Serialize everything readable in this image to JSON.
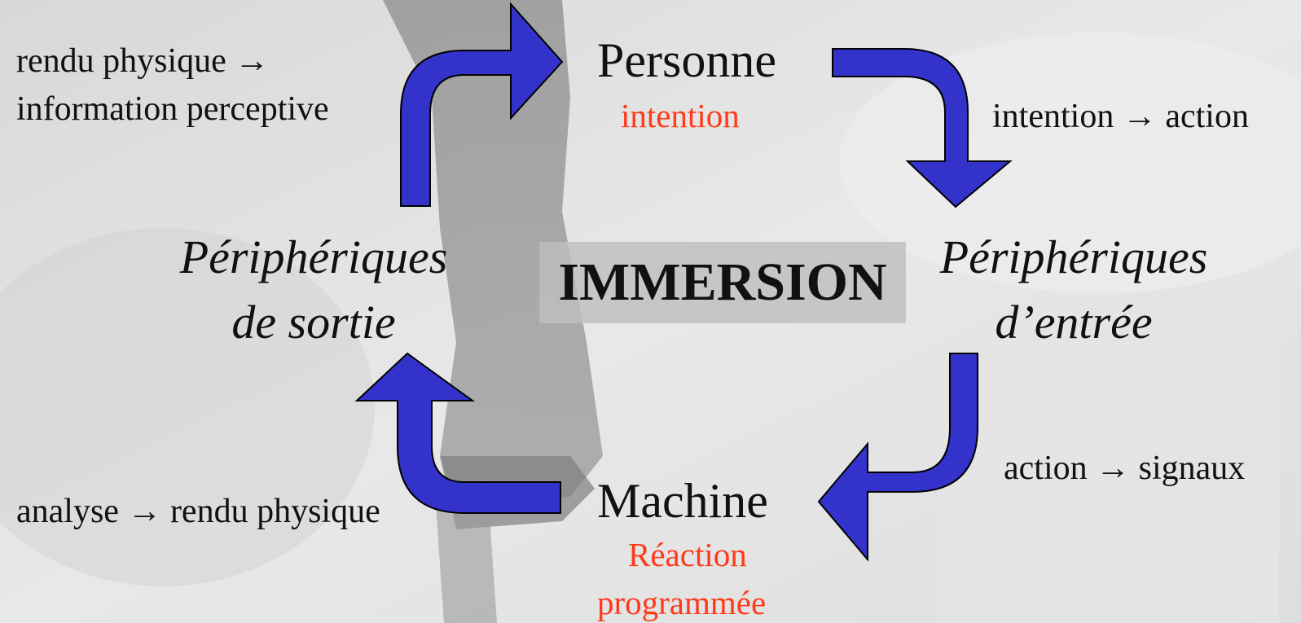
{
  "center": {
    "label": "IMMERSION"
  },
  "nodes": {
    "person": {
      "label": "Personne",
      "sub": "intention"
    },
    "machine": {
      "label": "Machine",
      "sub_line1": "Réaction",
      "sub_line2": "programmée"
    },
    "input_devices": {
      "line1": "Périphériques",
      "line2": "d’entrée"
    },
    "output_devices": {
      "line1": "Périphériques",
      "line2": "de sortie"
    }
  },
  "transitions": {
    "top_left_line1": "rendu physique →",
    "top_left_line2": "information perceptive",
    "top_right": "intention → action",
    "bottom_right": "action  → signaux",
    "bottom_left": "analyse → rendu physique"
  },
  "colors": {
    "arrow_fill": "#3333cc",
    "arrow_stroke": "#000000",
    "accent_text": "#ff3a1a",
    "background": "#e3e3e3"
  }
}
